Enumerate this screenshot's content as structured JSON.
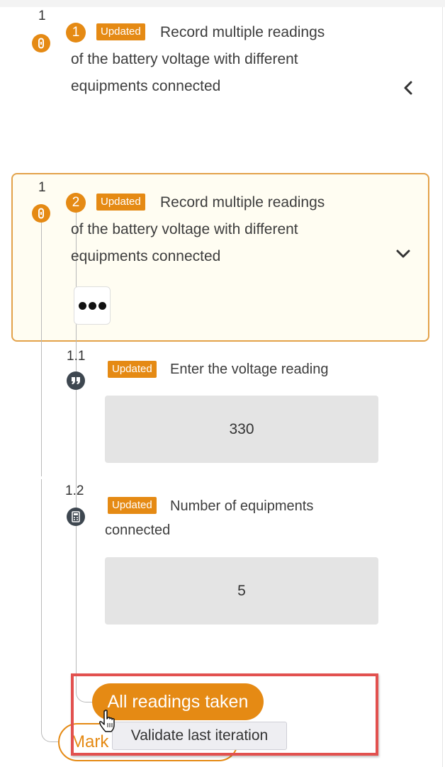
{
  "step1": {
    "number": "1",
    "badge": "1",
    "tag": "Updated",
    "title_line1": "Record multiple readings",
    "title_line2": "of the battery voltage with different",
    "title_line3": "equipments connected",
    "chevron": "chevron-left-icon"
  },
  "step2": {
    "number": "1",
    "badge": "2",
    "tag": "Updated",
    "title_line1": "Record multiple readings",
    "title_line2": "of the battery voltage with different",
    "title_line3": "equipments connected",
    "chevron": "chevron-down-icon",
    "more_icon": "ellipsis-icon"
  },
  "substeps": [
    {
      "number": "1.1",
      "icon": "quote-icon",
      "tag": "Updated",
      "label_line1": "Enter the voltage reading",
      "value": "330"
    },
    {
      "number": "1.2",
      "icon": "calculator-icon",
      "tag": "Updated",
      "label_line1": "Number of equipments",
      "label_line2": "connected",
      "value": "5"
    }
  ],
  "actions": {
    "all_readings": "All readings taken",
    "mark_partial": "Mark",
    "tooltip": "Validate last iteration"
  },
  "colors": {
    "accent": "#e58a14",
    "card_bg": "#fffdf2",
    "highlight": "#e2514f"
  }
}
